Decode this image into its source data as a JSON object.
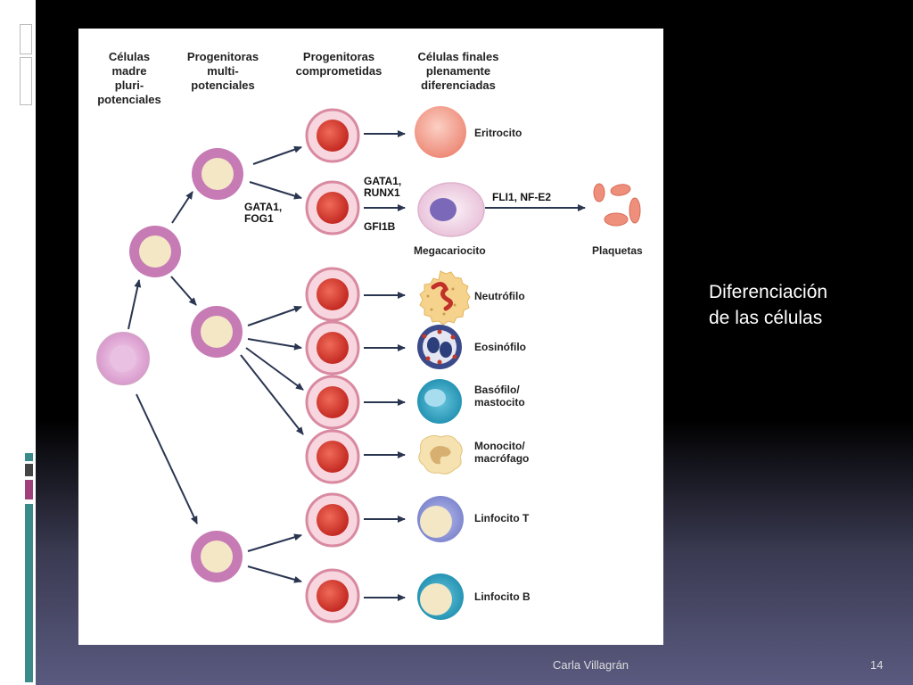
{
  "headers": {
    "col1": "Células\nmadre\npluri-\npotenciales",
    "col2": "Progenitoras\nmulti-\npotenciales",
    "col3": "Progenitoras\ncomprometidas",
    "col4": "Células finales\nplenamente\ndiferenciadas"
  },
  "genes": {
    "gata1_fog1": "GATA1,\nFOG1",
    "gata1_runx1": "GATA1,\nRUNX1",
    "gfi1b": "GFI1B",
    "fli1_nfe2": "FLI1, NF-E2"
  },
  "cells": {
    "eritrocito": "Eritrocito",
    "megacariocito": "Megacariocito",
    "plaquetas": "Plaquetas",
    "neutrofilo": "Neutrófilo",
    "eosinofilo": "Eosinófilo",
    "basofilo": "Basófilo/\nmastocito",
    "monocito": "Monocito/\nmacrófago",
    "linfocito_t": "Linfocito T",
    "linfocito_b": "Linfocito B"
  },
  "slide": {
    "title": "Diferenciación\nde las células",
    "author": "Carla Villagrán",
    "page": "14"
  },
  "colors": {
    "progenitor_ring": "#c77bb5",
    "progenitor_core": "#f3e7c6",
    "committed_ring": "#e8a9b8",
    "committed_core": "#d8362f",
    "arrow": "#2a3550"
  }
}
